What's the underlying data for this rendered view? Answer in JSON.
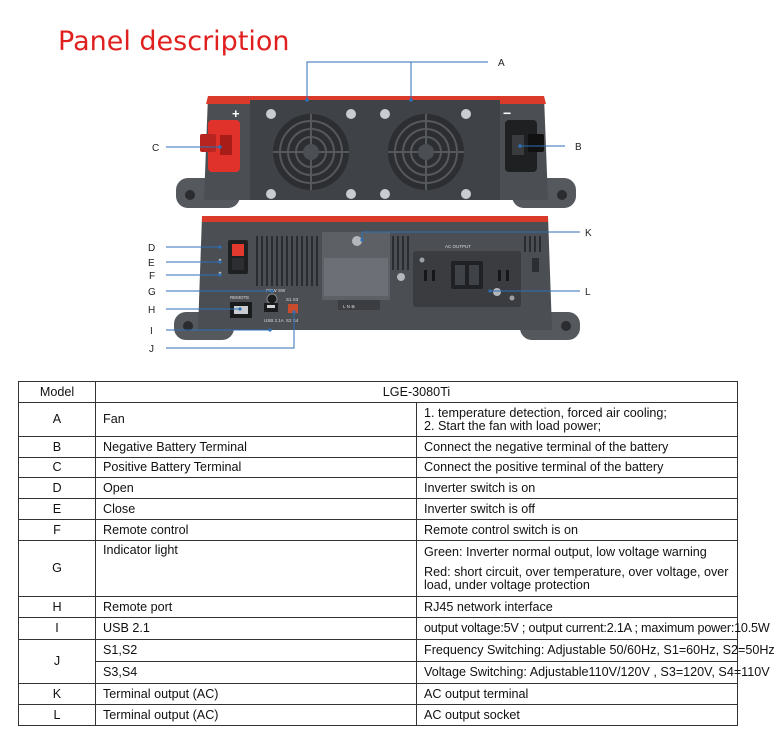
{
  "page": {
    "title": "Panel description"
  },
  "callouts": [
    "A",
    "B",
    "C",
    "D",
    "E",
    "F",
    "G",
    "H",
    "I",
    "J",
    "K",
    "L"
  ],
  "panel_text": {
    "plus": "+",
    "minus": "−",
    "ac_output": "AC    OUTPUT",
    "remote": "REMOTE",
    "usb": "USB 2.1A",
    "switch_top": "S1  S3",
    "switch_bottom": "S2  S4",
    "pow_sw": "POW SW",
    "lnx": "L  N  ⊕"
  },
  "colors": {
    "title": "#e0201f",
    "accent_red": "#d93a2a",
    "housing": "#4a4d52",
    "callout_line": "#2f6fb5"
  },
  "table": {
    "header": {
      "label": "Model",
      "value": "LGE-3080Ti"
    },
    "rows": [
      {
        "id": "A",
        "name": "Fan",
        "desc": [
          "1. temperature detection, forced air cooling;",
          "2. Start the fan with load power;"
        ]
      },
      {
        "id": "B",
        "name": "Negative Battery Terminal",
        "desc": [
          "Connect the negative terminal of the battery"
        ]
      },
      {
        "id": "C",
        "name": "Positive Battery Terminal",
        "desc": [
          "Connect the positive terminal of the battery"
        ]
      },
      {
        "id": "D",
        "name": "Open",
        "desc": [
          "Inverter switch is on"
        ]
      },
      {
        "id": "E",
        "name": "Close",
        "desc": [
          "Inverter switch is off"
        ]
      },
      {
        "id": "F",
        "name": "Remote control",
        "desc": [
          "Remote control switch is on"
        ]
      },
      {
        "id": "G",
        "name": "Indicator light",
        "desc": [
          "Green: Inverter normal output, low voltage warning",
          "Red: short circuit, over temperature, over voltage, over load, under voltage protection"
        ]
      },
      {
        "id": "H",
        "name": "Remote port",
        "desc": [
          "RJ45 network interface"
        ]
      },
      {
        "id": "I",
        "name": "USB 2.1",
        "desc": [
          "output voltage:5V ; output current:2.1A ; maximum power:10.5W"
        ]
      },
      {
        "id": "J",
        "subrows": [
          {
            "name": "S1,S2",
            "desc": "Frequency Switching: Adjustable 50/60Hz, S1=60Hz, S2=50Hz"
          },
          {
            "name": "S3,S4",
            "desc": "Voltage Switching: Adjustable110V/120V , S3=120V, S4=110V"
          }
        ]
      },
      {
        "id": "K",
        "name": "Terminal output (AC)",
        "desc": [
          "AC output terminal"
        ]
      },
      {
        "id": "L",
        "name": "Terminal output (AC)",
        "desc": [
          "AC output socket"
        ]
      }
    ]
  }
}
